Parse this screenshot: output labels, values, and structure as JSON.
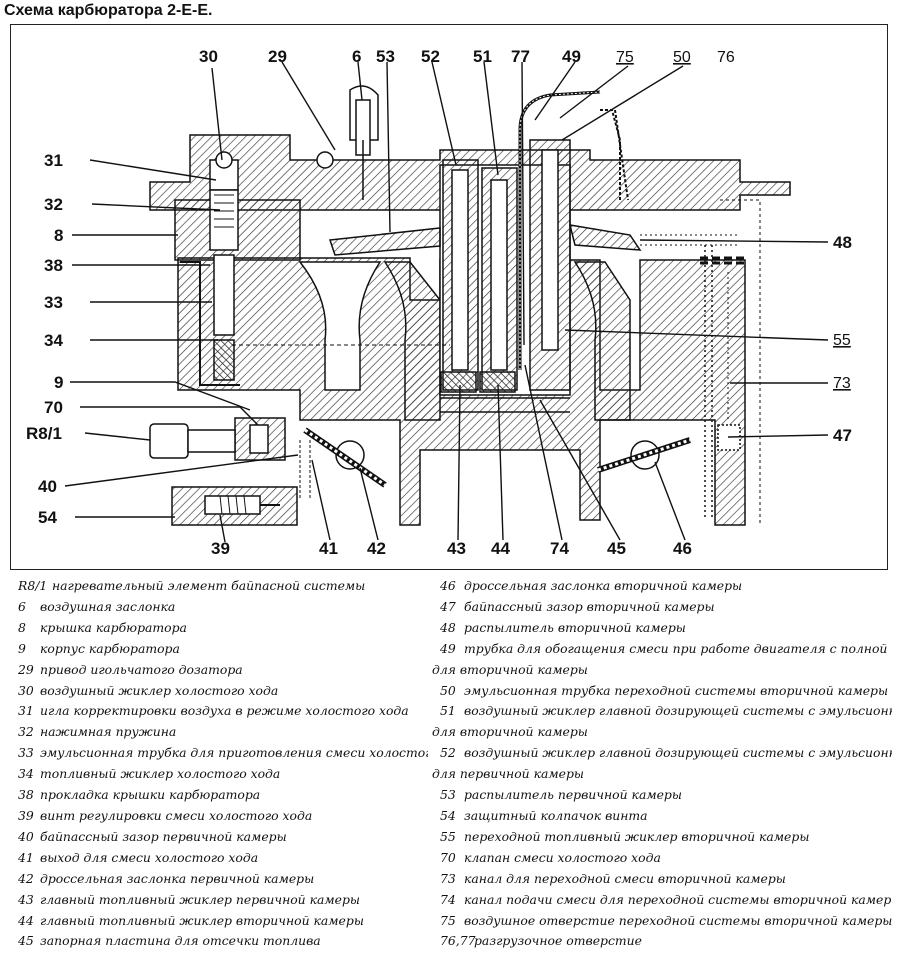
{
  "title": "Схема карбюратора 2-Е-Е.",
  "callouts": [
    {
      "id": "30",
      "text": "30"
    },
    {
      "id": "29",
      "text": "29"
    },
    {
      "id": "6",
      "text": "6"
    },
    {
      "id": "53",
      "text": "53"
    },
    {
      "id": "52",
      "text": "52"
    },
    {
      "id": "51",
      "text": "51"
    },
    {
      "id": "77",
      "text": "77"
    },
    {
      "id": "49",
      "text": "49"
    },
    {
      "id": "75",
      "text": "75"
    },
    {
      "id": "50",
      "text": "50"
    },
    {
      "id": "76",
      "text": "76"
    },
    {
      "id": "31",
      "text": "31"
    },
    {
      "id": "32",
      "text": "32"
    },
    {
      "id": "8",
      "text": "8"
    },
    {
      "id": "38",
      "text": "38"
    },
    {
      "id": "33",
      "text": "33"
    },
    {
      "id": "34",
      "text": "34"
    },
    {
      "id": "9",
      "text": "9"
    },
    {
      "id": "70",
      "text": "70"
    },
    {
      "id": "R8/1",
      "text": "R8/1"
    },
    {
      "id": "40",
      "text": "40"
    },
    {
      "id": "54",
      "text": "54"
    },
    {
      "id": "39",
      "text": "39"
    },
    {
      "id": "41",
      "text": "41"
    },
    {
      "id": "42",
      "text": "42"
    },
    {
      "id": "43",
      "text": "43"
    },
    {
      "id": "44",
      "text": "44"
    },
    {
      "id": "74",
      "text": "74"
    },
    {
      "id": "45",
      "text": "45"
    },
    {
      "id": "46",
      "text": "46"
    },
    {
      "id": "48",
      "text": "48"
    },
    {
      "id": "55",
      "text": "55"
    },
    {
      "id": "73",
      "text": "73"
    },
    {
      "id": "47",
      "text": "47"
    }
  ],
  "legend_left": [
    {
      "num": "R8/1",
      "text": "нагревательный элемент байпасной системы"
    },
    {
      "num": "6",
      "text": "воздушная заслонка"
    },
    {
      "num": "8",
      "text": "крышка карбюратора"
    },
    {
      "num": "9",
      "text": "корпус карбюратора"
    },
    {
      "num": "29",
      "text": "привод игольчатого дозатора"
    },
    {
      "num": "30",
      "text": "воздушный жиклер холостого хода"
    },
    {
      "num": "31",
      "text": "игла корректировки воздуха в режиме холостого хода"
    },
    {
      "num": "32",
      "text": "нажимная пружина"
    },
    {
      "num": "33",
      "text": "эмульсионная трубка для приготовления смеси холостого хода"
    },
    {
      "num": "34",
      "text": "топливный жиклер холостого хода"
    },
    {
      "num": "38",
      "text": "прокладка крышки карбюратора"
    },
    {
      "num": "39",
      "text": "винт регулировки смеси холостого хода"
    },
    {
      "num": "40",
      "text": "байпассный зазор первичной камеры"
    },
    {
      "num": "41",
      "text": "выход для смеси холостого хода"
    },
    {
      "num": "42",
      "text": "дроссельная заслонка первичной камеры"
    },
    {
      "num": "43",
      "text": "главный топливный жиклер первичной камеры"
    },
    {
      "num": "44",
      "text": "главный топливный жиклер вторичной камеры"
    },
    {
      "num": "45",
      "text": "запорная пластина для отсечки топлива"
    }
  ],
  "legend_right": [
    {
      "num": "46",
      "text": "дроссельная заслонка вторичной камеры"
    },
    {
      "num": "47",
      "text": "байпассный зазор вторичной камеры"
    },
    {
      "num": "48",
      "text": "распылитель вторичной камеры"
    },
    {
      "num": "49",
      "text": "трубка для обогащения смеси при работе двигателя с полной нагрузкой"
    },
    {
      "num": "",
      "text": "для вторичной камеры"
    },
    {
      "num": "50",
      "text": "эмульсионная трубка переходной системы вторичной камеры"
    },
    {
      "num": "51",
      "text": "воздушный жиклер главной дозирующей системы с эмульсионной трубкой"
    },
    {
      "num": "",
      "text": "для вторичной камеры"
    },
    {
      "num": "52",
      "text": "воздушный жиклер главной дозирующей системы с эмульсионной трубкой"
    },
    {
      "num": "",
      "text": "для первичной камеры"
    },
    {
      "num": "53",
      "text": "распылитель первичной камеры"
    },
    {
      "num": "54",
      "text": "защитный колпачок винта"
    },
    {
      "num": "55",
      "text": "переходной топливный жиклер вторичной камеры"
    },
    {
      "num": "70",
      "text": "клапан смеси холостого хода"
    },
    {
      "num": "73",
      "text": "канал для переходной смеси вторичной камеры"
    },
    {
      "num": "74",
      "text": "канал подачи смеси для переходной системы вторичной камеры"
    },
    {
      "num": "75",
      "text": "воздушное отверстие переходной системы вторичной камеры"
    },
    {
      "num": "76,77",
      "text": "разгрузочное отверстие"
    }
  ]
}
